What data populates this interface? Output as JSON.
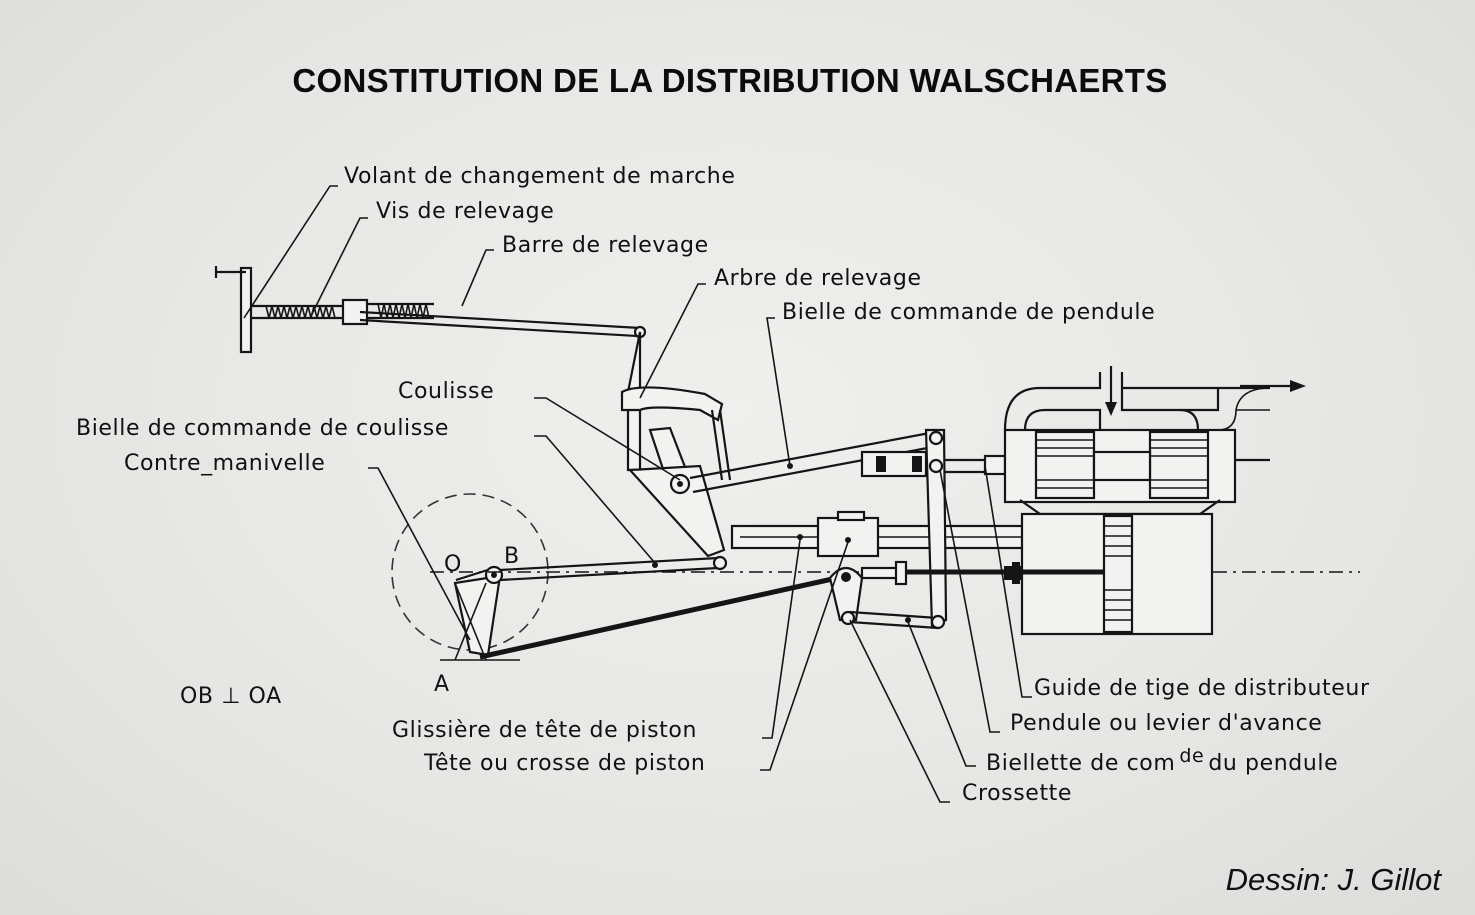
{
  "title": "CONSTITUTION DE LA DISTRIBUTION WALSCHAERTS",
  "labels": {
    "volant": "Volant de changement de marche",
    "vis": "Vis de relevage",
    "barre": "Barre de relevage",
    "arbre": "Arbre de relevage",
    "bielle_pendule": "Bielle de commande de pendule",
    "coulisse": "Coulisse",
    "bielle_coulisse": "Bielle de commande de coulisse",
    "contre_manivelle": "Contre_manivelle",
    "guide_tige": "Guide de tige de distributeur",
    "pendule": "Pendule ou levier d'avance",
    "biellette_a": "Biellette de com",
    "biellette_sup": "de",
    "biellette_b": "du pendule",
    "crossette": "Crossette",
    "glissiere": "Glissière de tête de piston",
    "tete": "Tête ou crosse de piston"
  },
  "points": {
    "o": "O",
    "b": "B",
    "a": "A"
  },
  "relation": "OB ⊥ OA",
  "credit": "Dessin: J. Gillot",
  "icons": {
    "flow_down": "arrow-down-icon",
    "flow_right": "arrow-right-icon"
  }
}
